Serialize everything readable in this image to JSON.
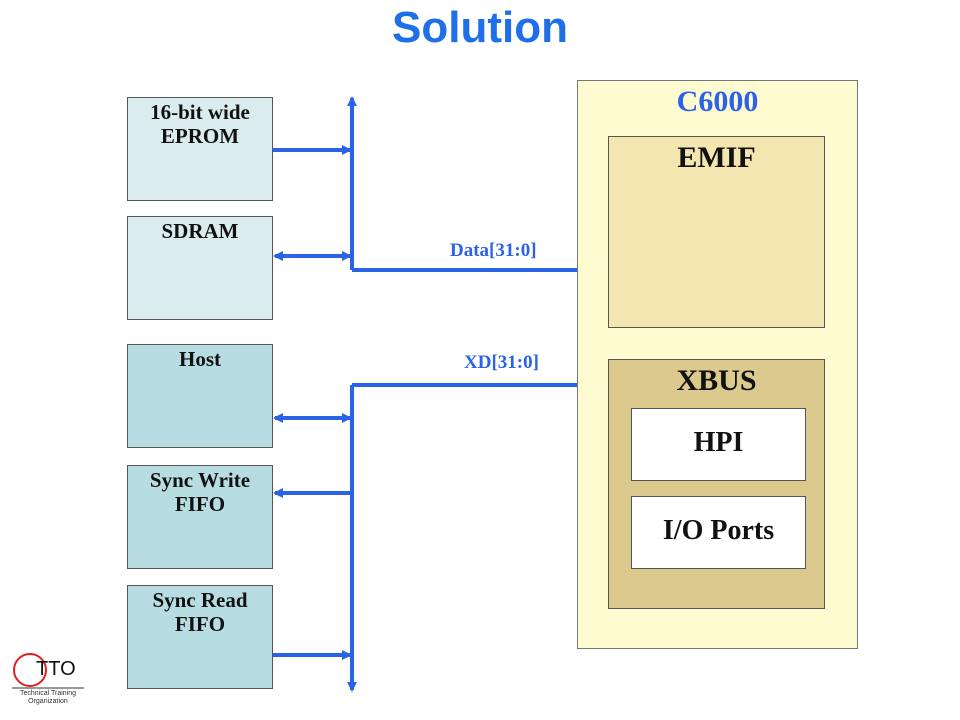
{
  "title": "Solution",
  "devices": [
    {
      "label": "16-bit wide\nEPROM"
    },
    {
      "label": "SDRAM"
    },
    {
      "label": "Host"
    },
    {
      "label": "Sync Write\nFIFO"
    },
    {
      "label": "Sync Read\nFIFO"
    }
  ],
  "chip": {
    "label": "C6000",
    "emif": "EMIF",
    "xbus": "XBUS",
    "hpi": "HPI",
    "io_ports": "I/O Ports"
  },
  "buses": {
    "data": "Data[31:0]",
    "xd": "XD[31:0]"
  },
  "logo": {
    "text": "TTO",
    "subtitle": "Technical Training\nOrganization"
  },
  "colors": {
    "title": "#1f6fe8",
    "bus_line": "#2b63e8",
    "device_fill": "#dbecef",
    "host_fill": "#b7dde3",
    "chip_fill": "#fffbd1",
    "emif_fill": "#f3e6b1",
    "xbus_fill": "#dcc98d"
  }
}
